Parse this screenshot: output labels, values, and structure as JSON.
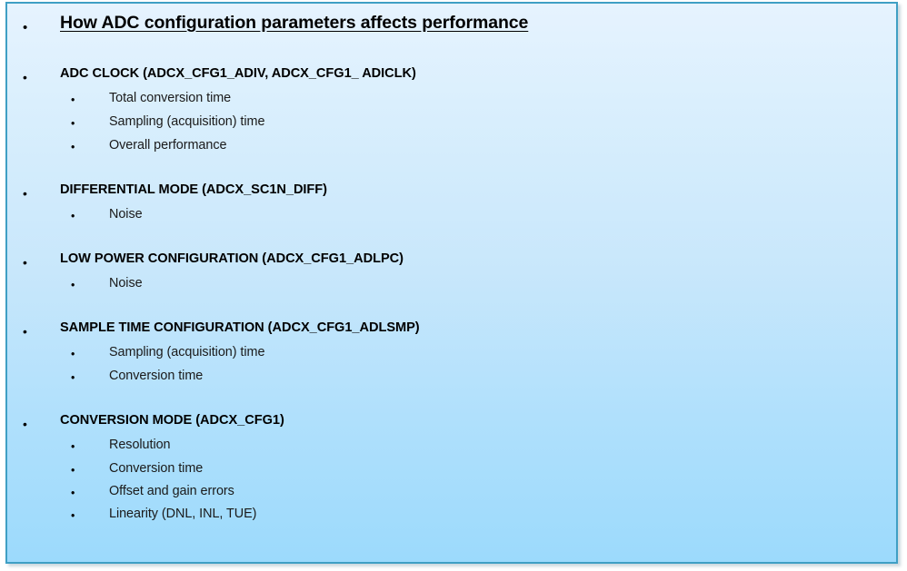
{
  "slide": {
    "bullet_glyph": "•",
    "colors": {
      "border": "#3f9fc4",
      "background_top": "#e6f3fe",
      "background_bottom": "#9cdafc",
      "text": "#000000"
    },
    "title": {
      "text": "How ADC configuration parameters affects performance",
      "level": 0
    },
    "sections": [
      {
        "heading": "ADC CLOCK (ADCX_CFG1_ADIV, ADCX_CFG1_ ADICLK)",
        "items": [
          "Total conversion time",
          "Sampling (acquisition) time",
          "Overall performance"
        ]
      },
      {
        "heading": "DIFFERENTIAL MODE (ADCX_SC1N_DIFF)",
        "items": [
          "Noise"
        ]
      },
      {
        "heading": "LOW POWER CONFIGURATION (ADCX_CFG1_ADLPC)",
        "items": [
          "Noise"
        ]
      },
      {
        "heading": "SAMPLE TIME CONFIGURATION (ADCX_CFG1_ADLSMP)",
        "items": [
          "Sampling (acquisition) time",
          "Conversion time"
        ]
      },
      {
        "heading": "CONVERSION MODE (ADCX_CFG1)",
        "items": [
          "Resolution",
          "Conversion time",
          "Offset and gain errors",
          "Linearity (DNL, INL, TUE)"
        ]
      }
    ]
  }
}
